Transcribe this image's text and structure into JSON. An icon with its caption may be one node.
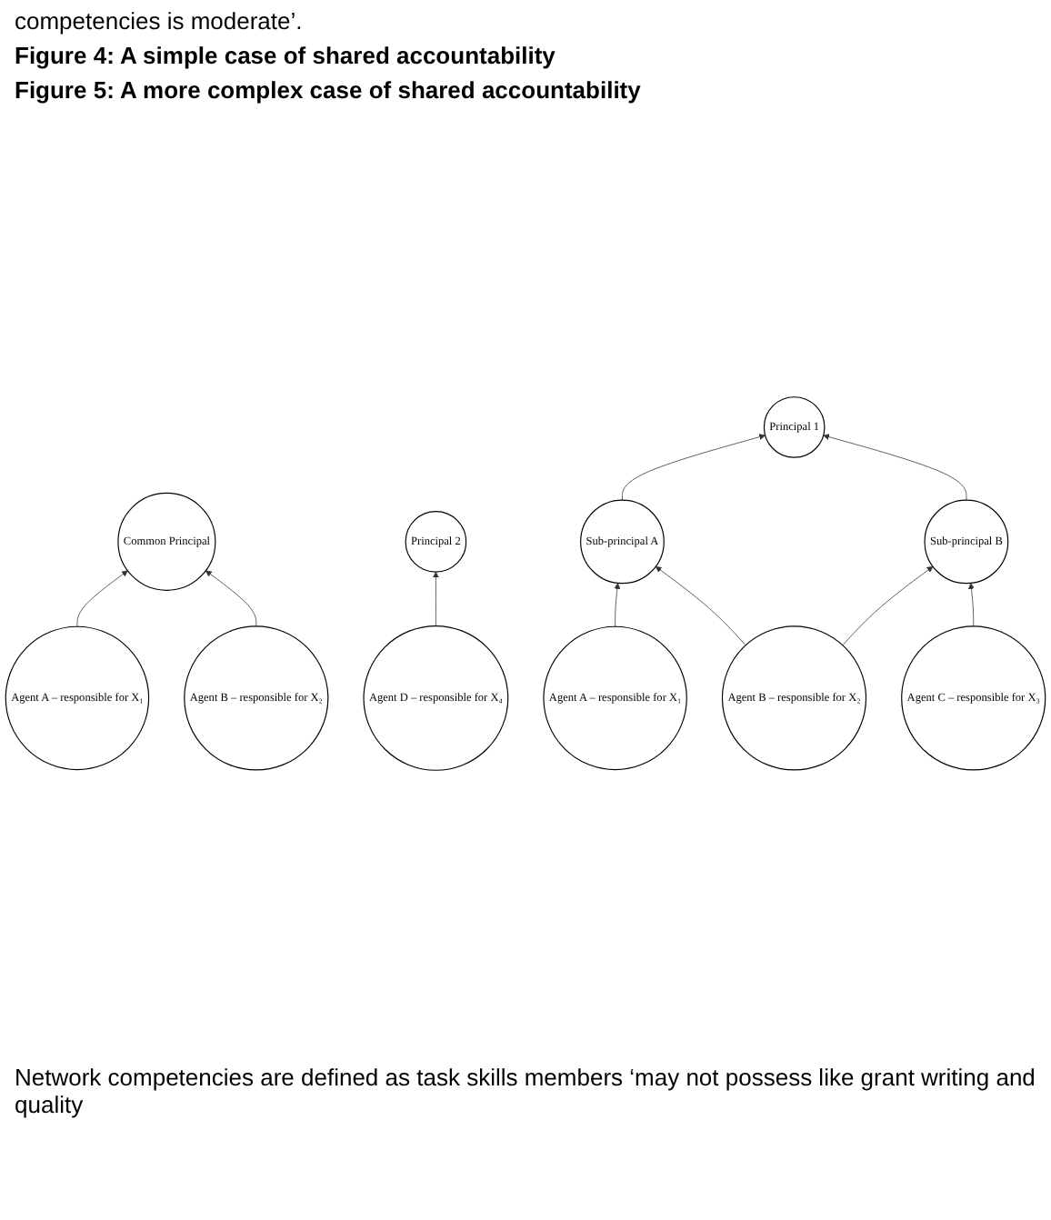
{
  "diagram": {
    "nodes": [
      {
        "text": [
          "Common Principal"
        ]
      },
      {
        "text": [
          "Agent A – responsible for X₁"
        ]
      },
      {
        "text": [
          "Agent B – responsible for X₂"
        ]
      },
      {
        "text": [
          "Principal 1"
        ]
      },
      {
        "text": [
          "Principal 2"
        ]
      },
      {
        "text": [
          "Sub-principal A"
        ]
      },
      {
        "text": [
          "Sub-principal B"
        ]
      },
      {
        "text": [
          "Agent A – responsible for X₁"
        ]
      },
      {
        "text": [
          "Agent B – responsible for X₂"
        ]
      },
      {
        "text": [
          "Agent C – responsible for X₃"
        ]
      },
      {
        "text": [
          "Agent D – responsible for X₄"
        ]
      }
    ],
    "edges": [
      {
        "from": 1,
        "to": 0,
        "arrow": "to"
      },
      {
        "from": 2,
        "to": 0,
        "arrow": "to"
      },
      {
        "from": 5,
        "to": 3,
        "arrow": "to"
      },
      {
        "from": 6,
        "to": 3,
        "arrow": "to"
      },
      {
        "from": 7,
        "to": 5,
        "arrow": "to"
      },
      {
        "from": 8,
        "to": 5,
        "arrow": "to"
      },
      {
        "from": 8,
        "to": 6,
        "arrow": "to"
      },
      {
        "from": 9,
        "to": 6,
        "arrow": "to"
      },
      {
        "from": 10,
        "to": 4,
        "arrow": "to"
      }
    ],
    "labels": [
      "competencies is moderate’.",
      "Figure 4: A simple case of shared accountability",
      "Figure 5: A more complex case of shared accountability",
      "Network competencies are defined as task skills members ‘may not possess like grant writing and quality"
    ]
  }
}
